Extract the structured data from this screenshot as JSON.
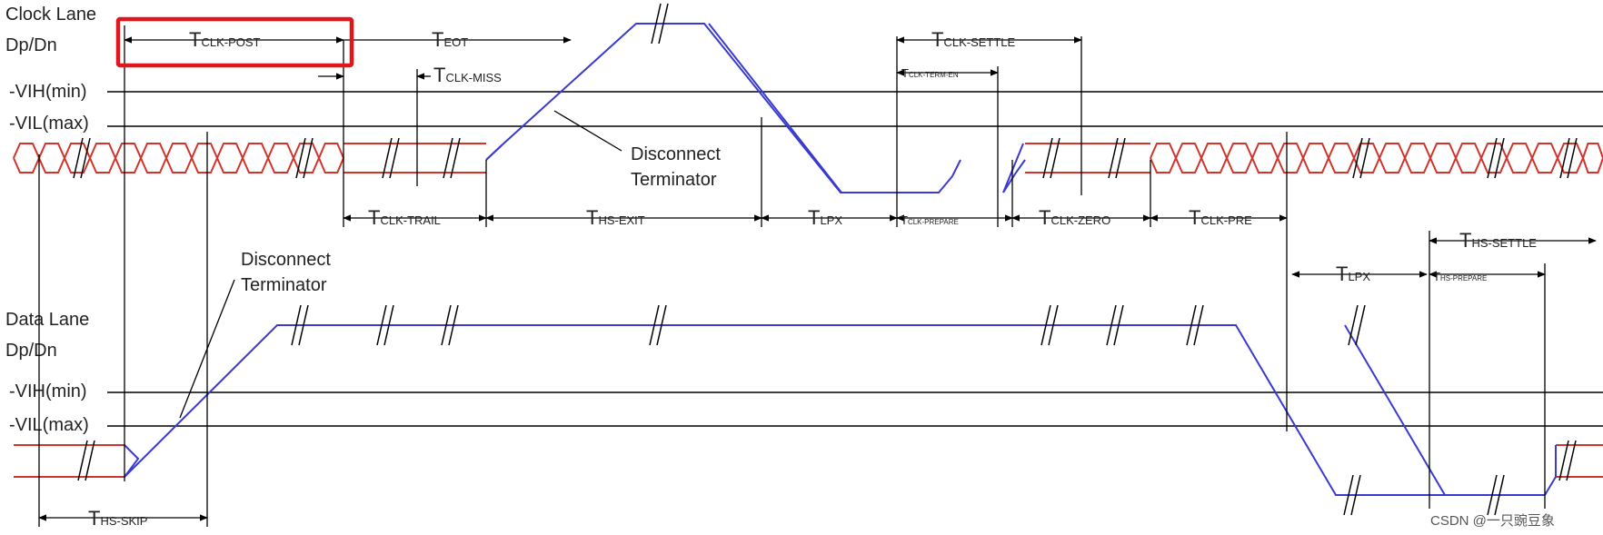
{
  "clock_lane": {
    "title": "Clock Lane",
    "signal": "Dp/Dn",
    "vih": "-VIH(min)",
    "vil": "-VIL(max)"
  },
  "data_lane": {
    "title": "Data Lane",
    "signal": "Dp/Dn",
    "vih": "-VIH(min)",
    "vil": "-VIL(max)"
  },
  "annotations": {
    "disconnect_1": "Disconnect",
    "terminator_1": "Terminator",
    "disconnect_2": "Disconnect",
    "terminator_2": "Terminator"
  },
  "timings": {
    "clk_post": {
      "main": "T",
      "sub": "CLK-POST"
    },
    "eot": {
      "main": "T",
      "sub": "EOT"
    },
    "clk_miss": {
      "main": "T",
      "sub": "CLK-MISS"
    },
    "clk_settle": {
      "main": "T",
      "sub": "CLK-SETTLE"
    },
    "clk_term_en": {
      "main": "T",
      "sub": "CLK-TERM-EN"
    },
    "clk_trail": {
      "main": "T",
      "sub": "CLK-TRAIL"
    },
    "hs_exit": {
      "main": "T",
      "sub": "HS-EXIT"
    },
    "lpx_1": {
      "main": "T",
      "sub": "LPX"
    },
    "clk_prepare": {
      "main": "T",
      "sub": "CLK-PREPARE"
    },
    "clk_zero": {
      "main": "T",
      "sub": "CLK-ZERO"
    },
    "clk_pre": {
      "main": "T",
      "sub": "CLK-PRE"
    },
    "hs_settle": {
      "main": "T",
      "sub": "HS-SETTLE"
    },
    "lpx_2": {
      "main": "T",
      "sub": "LPX"
    },
    "hs_prepare": {
      "main": "T",
      "sub": "HS-PREPARE"
    },
    "hs_skip": {
      "main": "T",
      "sub": "HS-SKIP"
    }
  },
  "watermark": "CSDN @一只豌豆象",
  "colors": {
    "hs_signal": "#d0342c",
    "lp_signal": "#3a3ad0",
    "highlight": "#e0161d"
  }
}
